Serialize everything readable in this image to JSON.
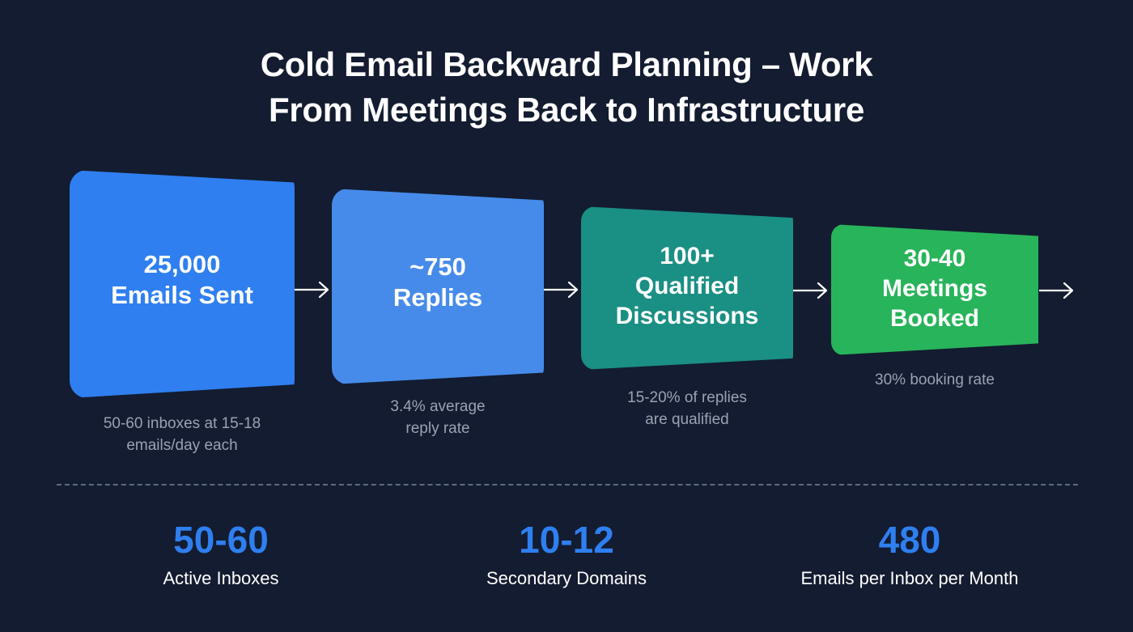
{
  "title": {
    "line1": "Cold Email Backward Planning – Work",
    "line2": "From Meetings Back to Infrastructure"
  },
  "funnel": [
    {
      "value": "25,000",
      "label": "Emails Sent",
      "caption_line1": "50-60 inboxes at 15-18",
      "caption_line2": "emails/day each",
      "color": "#2f7ff0"
    },
    {
      "value": "~750",
      "label": "Replies",
      "caption_line1": "3.4% average",
      "caption_line2": "reply rate",
      "color": "#468bea"
    },
    {
      "value": "100+",
      "label_line1": "Qualified",
      "label_line2": "Discussions",
      "caption_line1": "15-20% of replies",
      "caption_line2": "are qualified",
      "color": "#1a8f84"
    },
    {
      "value": "30-40",
      "label_line1": "Meetings",
      "label_line2": "Booked",
      "caption_line1": "30% booking rate",
      "color": "#28b45a"
    }
  ],
  "icons": {
    "arrow": "arrow-right-icon"
  },
  "stats": [
    {
      "value": "50-60",
      "label": "Active Inboxes"
    },
    {
      "value": "10-12",
      "label": "Secondary Domains"
    },
    {
      "value": "480",
      "label": "Emails per Inbox per Month"
    }
  ],
  "colors": {
    "background": "#131c30",
    "accent_blue": "#2f7ff0",
    "caption_gray": "#9aa3b3"
  }
}
